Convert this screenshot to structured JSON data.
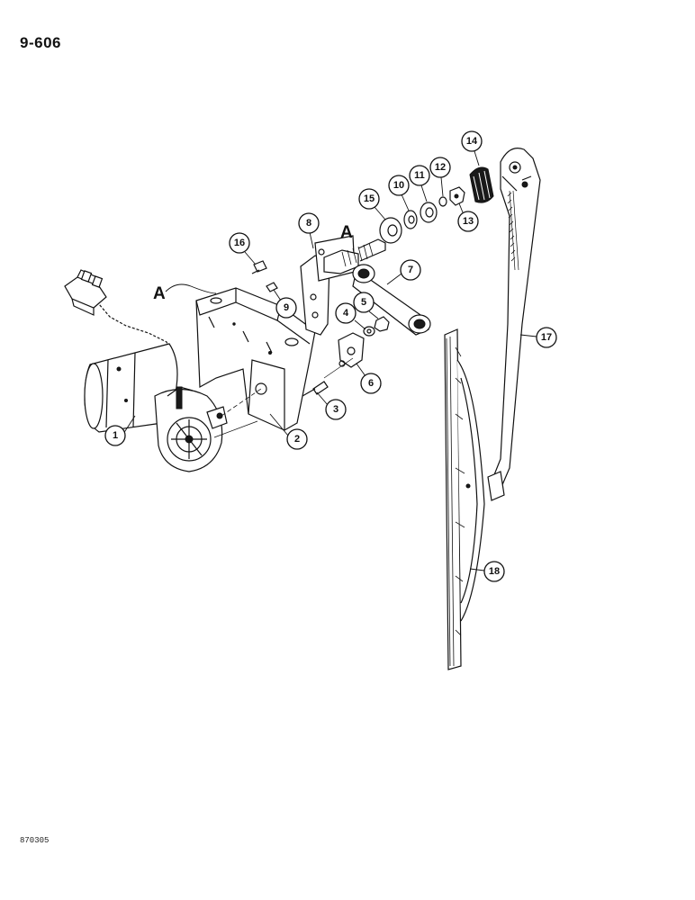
{
  "header": {
    "page_number": "9-606"
  },
  "footer": {
    "figure_code": "870305"
  },
  "view_labels": [
    "A",
    "A"
  ],
  "callouts": [
    "1",
    "2",
    "3",
    "4",
    "5",
    "6",
    "7",
    "8",
    "9",
    "10",
    "11",
    "12",
    "13",
    "14",
    "15",
    "16",
    "17",
    "18"
  ]
}
